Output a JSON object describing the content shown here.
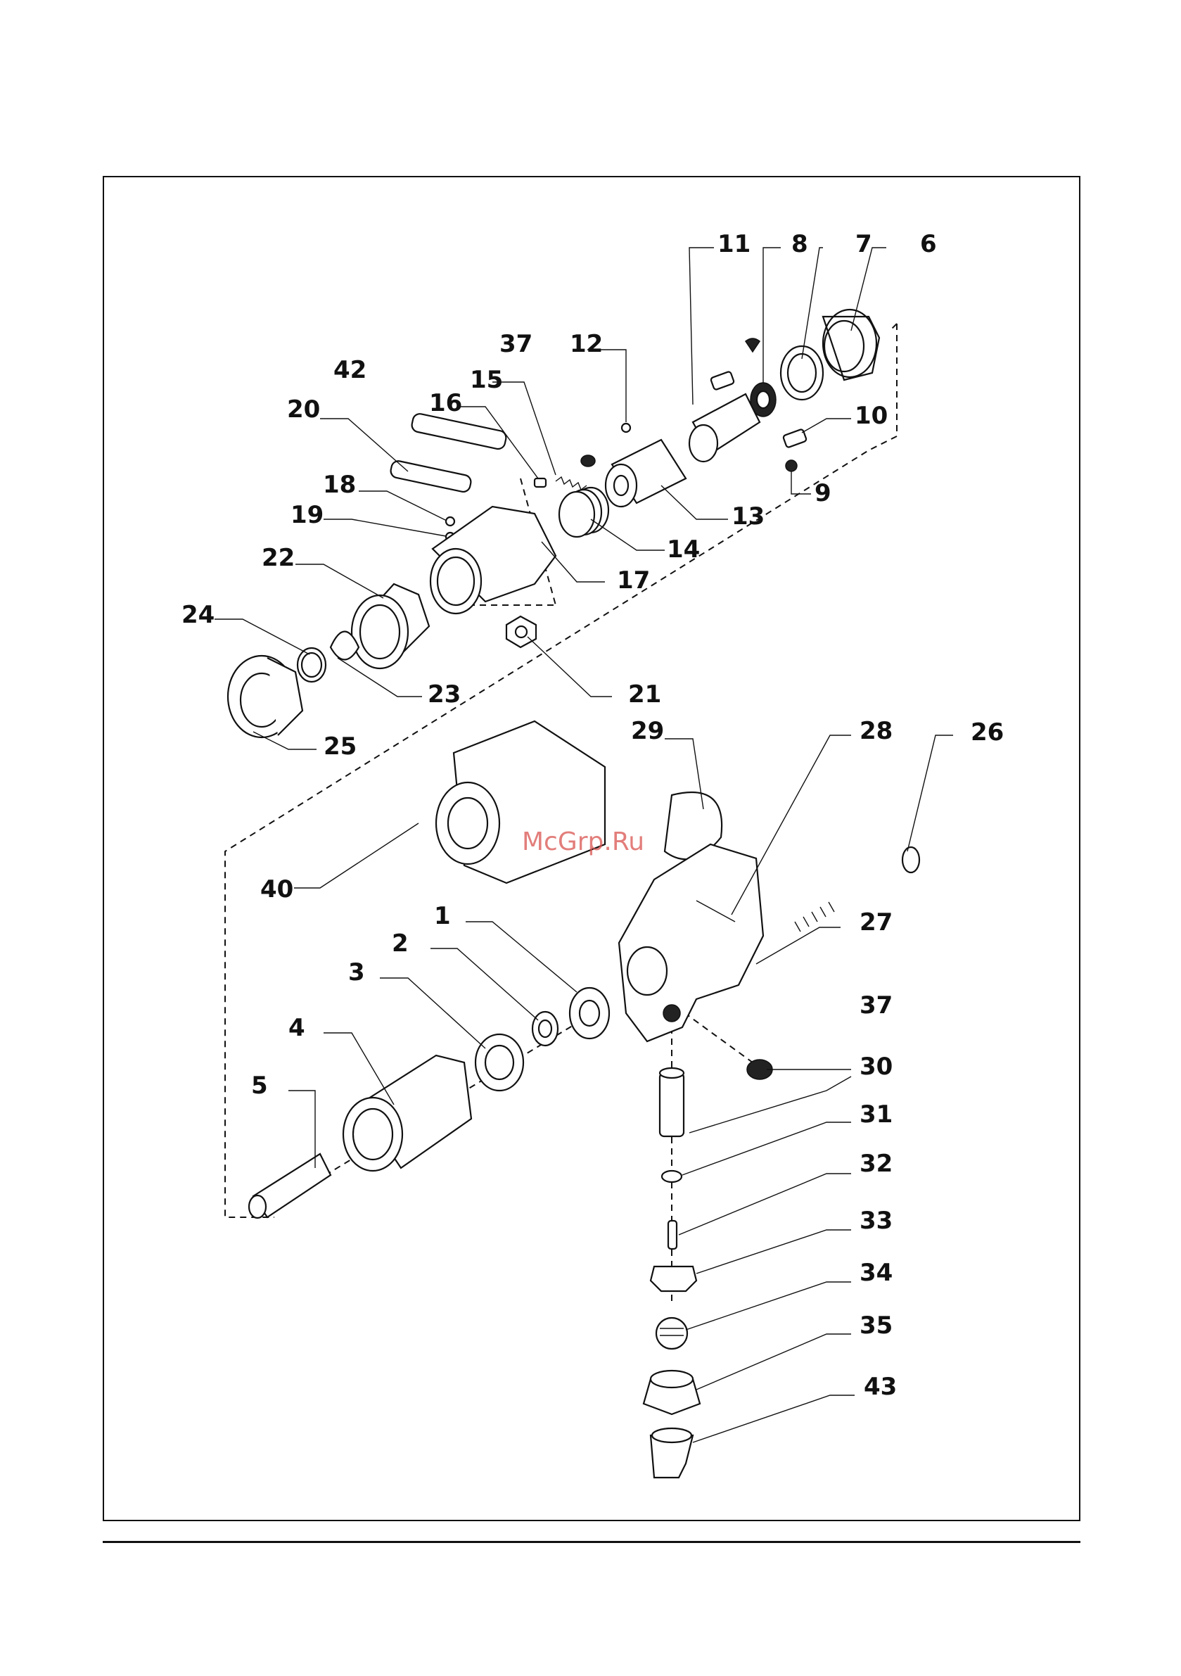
{
  "watermark": "McGrp.Ru",
  "callouts": [
    {
      "n": "1"
    },
    {
      "n": "2"
    },
    {
      "n": "3"
    },
    {
      "n": "4"
    },
    {
      "n": "5"
    },
    {
      "n": "6"
    },
    {
      "n": "7"
    },
    {
      "n": "8"
    },
    {
      "n": "9"
    },
    {
      "n": "10"
    },
    {
      "n": "11"
    },
    {
      "n": "12"
    },
    {
      "n": "13"
    },
    {
      "n": "14"
    },
    {
      "n": "15"
    },
    {
      "n": "16"
    },
    {
      "n": "17"
    },
    {
      "n": "18"
    },
    {
      "n": "19"
    },
    {
      "n": "20"
    },
    {
      "n": "21"
    },
    {
      "n": "22"
    },
    {
      "n": "23"
    },
    {
      "n": "24"
    },
    {
      "n": "25"
    },
    {
      "n": "26"
    },
    {
      "n": "27"
    },
    {
      "n": "28"
    },
    {
      "n": "29"
    },
    {
      "n": "30"
    },
    {
      "n": "31"
    },
    {
      "n": "32"
    },
    {
      "n": "33"
    },
    {
      "n": "34"
    },
    {
      "n": "35"
    },
    {
      "n": "37"
    },
    {
      "n": "37"
    },
    {
      "n": "40"
    },
    {
      "n": "42"
    },
    {
      "n": "43"
    }
  ]
}
